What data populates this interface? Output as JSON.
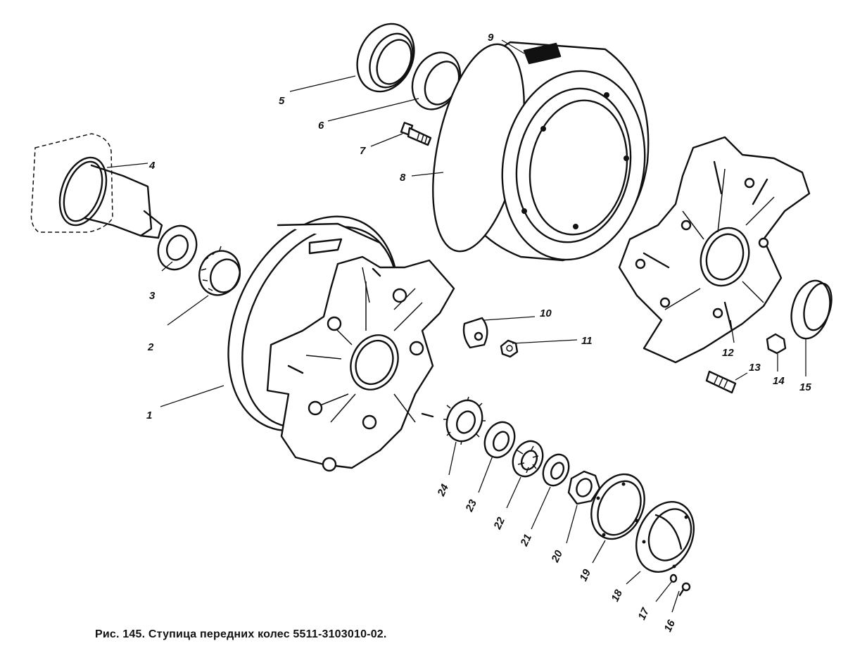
{
  "caption": "Рис. 145. Ступица передних колес 5511-3103010-02.",
  "labels": {
    "l1": "1",
    "l2": "2",
    "l3": "3",
    "l4": "4",
    "l5": "5",
    "l6": "6",
    "l7": "7",
    "l8": "8",
    "l9": "9",
    "l10": "10",
    "l11": "11",
    "l12": "12",
    "l13": "13",
    "l14": "14",
    "l15": "15",
    "l16": "16",
    "l17": "17",
    "l18": "18",
    "l19": "19",
    "l20": "20",
    "l21": "21",
    "l22": "22",
    "l23": "23",
    "l24": "24"
  }
}
